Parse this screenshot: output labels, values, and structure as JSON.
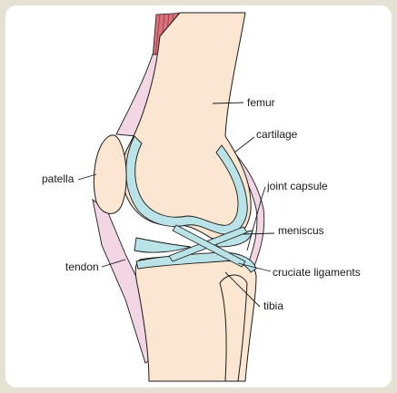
{
  "labels": {
    "femur": "femur",
    "cartilage": "cartilage",
    "patella": "patella",
    "joint_capsule": "joint capsule",
    "meniscus": "meniscus",
    "tendon": "tendon",
    "cruciate_ligaments": "cruciate ligaments",
    "tibia": "tibia"
  },
  "colors": {
    "background": "#e6e2d3",
    "card": "#ffffff",
    "bone": "#fbe6d1",
    "cartilage": "#b9e3e6",
    "tendon": "#f3d6e4",
    "muscle": "#d9707a",
    "outline": "#1a1a1a"
  }
}
